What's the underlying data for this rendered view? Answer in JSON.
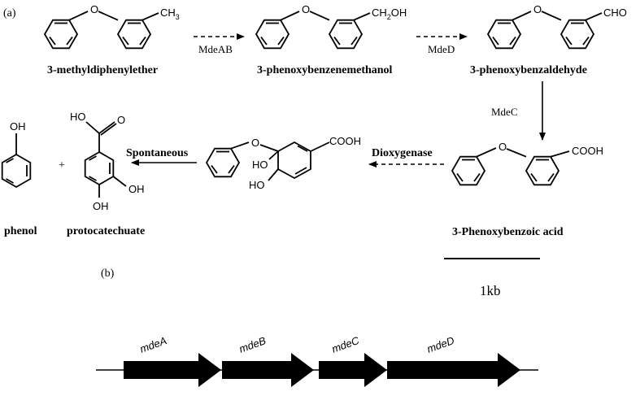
{
  "panel_labels": {
    "a": "(a)",
    "b": "(b)"
  },
  "compounds": {
    "c1": {
      "name": "3-methyldiphenylether",
      "group": "CH",
      "group_sub": "3"
    },
    "c2": {
      "name": "3-phenoxybenzenemethanol",
      "group": "CH",
      "group_sub": "2",
      "group_tail": "OH"
    },
    "c3": {
      "name": "3-phenoxybenzaldehyde",
      "group": "CHO"
    },
    "c4": {
      "name": "3-Phenoxybenzoic acid",
      "group": "COOH"
    },
    "c5": {
      "group": "COOH",
      "ho_top": "HO",
      "ho_bottom": "HO"
    },
    "phenol": {
      "name": "phenol",
      "oh": "OH"
    },
    "proto": {
      "name": "protocatechuate",
      "ho_top": "HO",
      "o": "O",
      "oh_right": "OH",
      "oh_bottom": "OH"
    },
    "plus": "+"
  },
  "atom_o": "O",
  "enzymes": {
    "e1": "MdeAB",
    "e2": "MdeD",
    "e3": "MdeC",
    "e4": "Dioxygenase",
    "e5": "Spontaneous"
  },
  "scale_label": "1kb",
  "genes": [
    "mdeA",
    "mdeB",
    "mdeC",
    "mdeD"
  ]
}
